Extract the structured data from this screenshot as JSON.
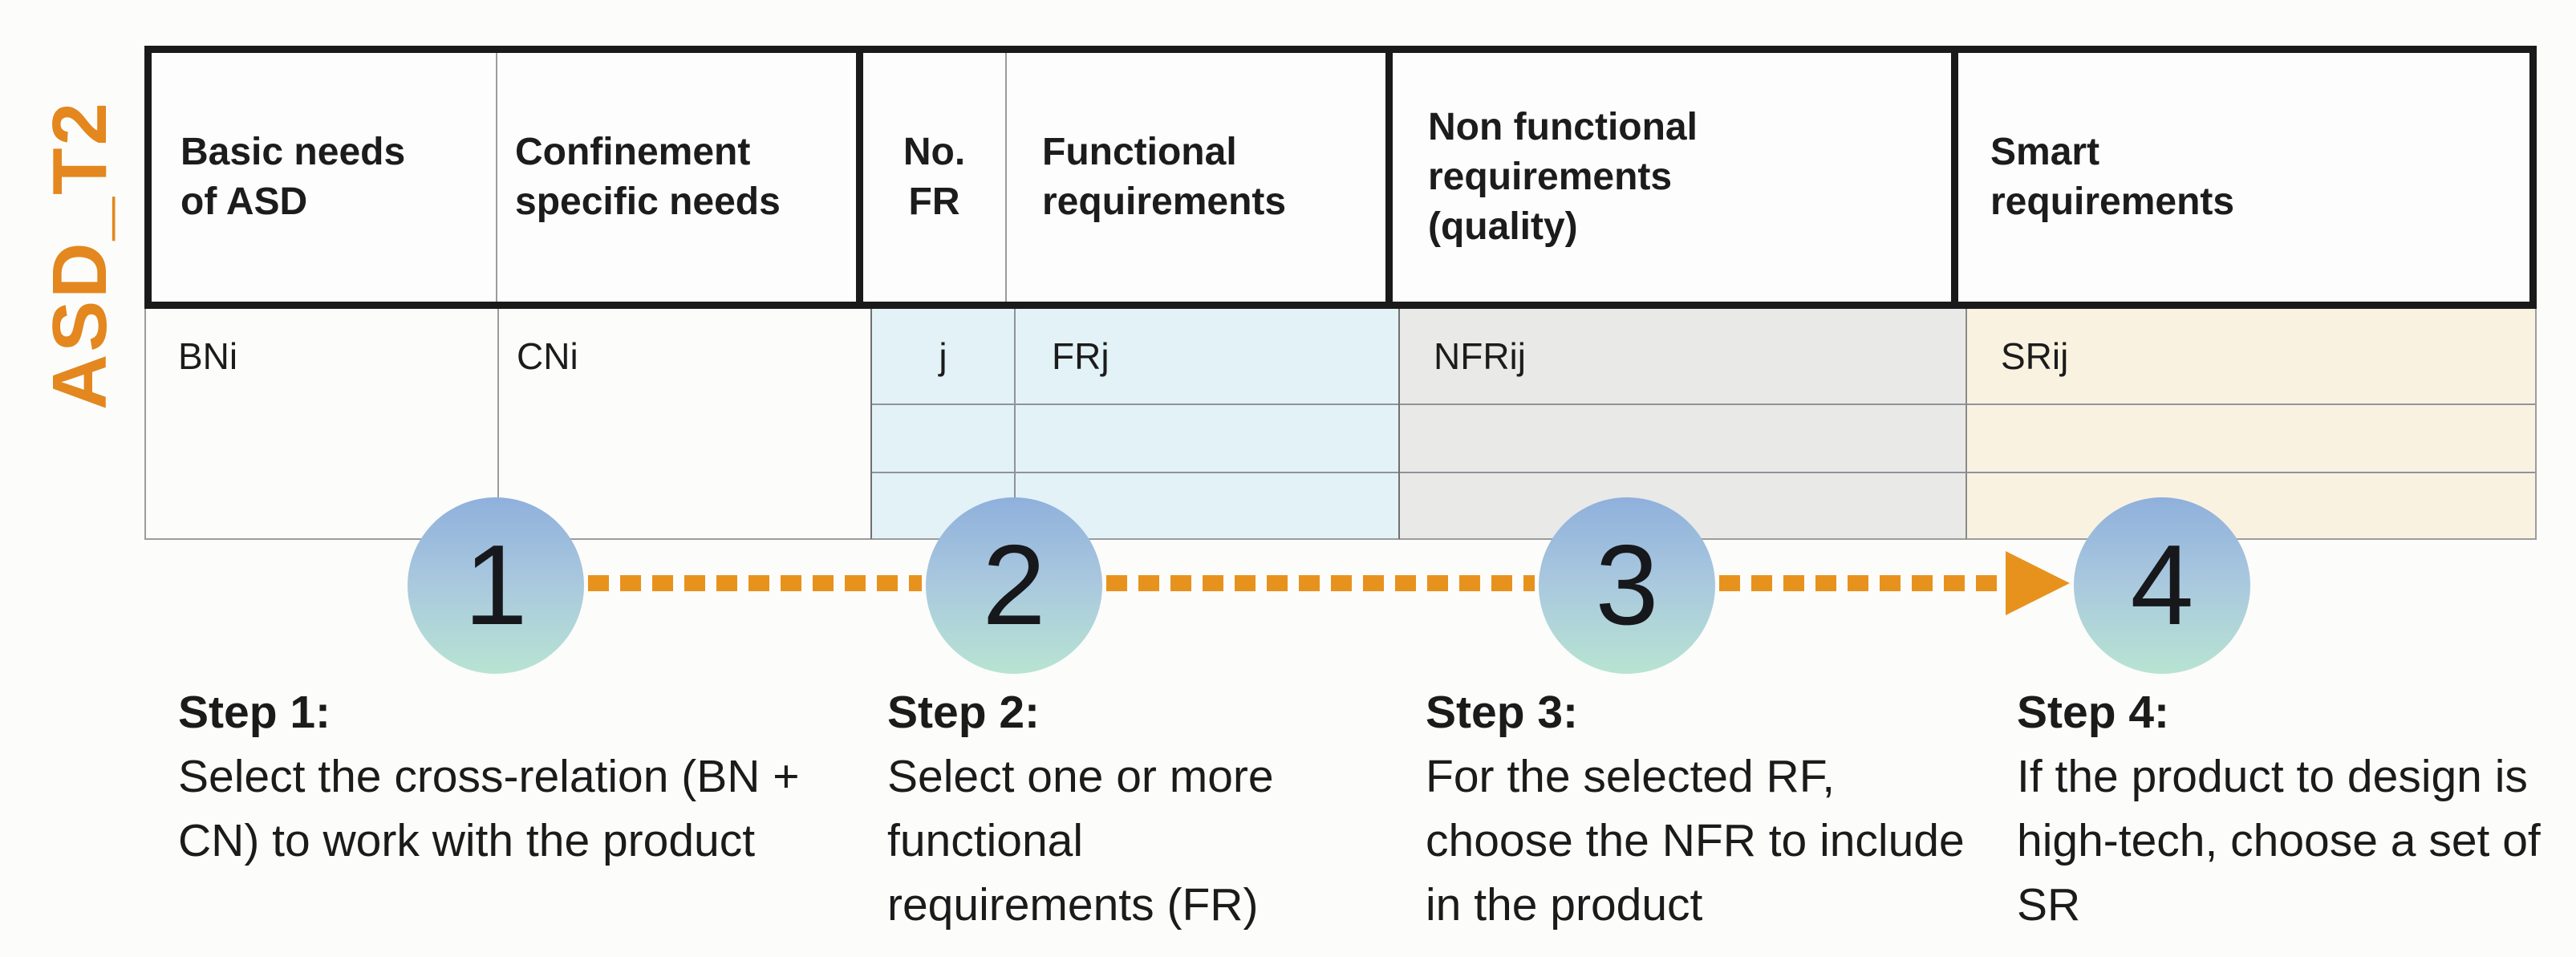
{
  "side_label": "ASD_T2",
  "table": {
    "columns": [
      {
        "header": "Basic needs of ASD",
        "cell": "BNi"
      },
      {
        "header": "Confinement specific needs",
        "cell": "CNi"
      },
      {
        "header": "No. FR",
        "cell": "j"
      },
      {
        "header": "Functional requirements",
        "cell": "FRj"
      },
      {
        "header": "Non functional requirements (quality)",
        "cell": "NFRij"
      },
      {
        "header": "Smart requirements",
        "cell": "SRij"
      }
    ],
    "empty_extra_rows": 2
  },
  "flow": {
    "circles": [
      "1",
      "2",
      "3",
      "4"
    ]
  },
  "steps": [
    {
      "title": "Step 1:",
      "body": "Select the cross-relation (BN + CN) to work with the product"
    },
    {
      "title": "Step 2:",
      "body": "Select one or more functional requirements (FR)"
    },
    {
      "title": "Step 3:",
      "body": "For the selected RF, choose the NFR to include in the product"
    },
    {
      "title": "Step 4:",
      "body": "If the product to design is high-tech, choose a set of SR"
    }
  ],
  "colors": {
    "accent_orange": "#e8921e",
    "label_orange": "#e3871e",
    "fr_cell_blue": "#e3f2f7",
    "nfr_cell_gray": "#e9e9e7",
    "sr_cell_cream": "#faf2e1",
    "circle_gradient_top": "#8fb0dc",
    "circle_gradient_bottom": "#b8e4d2"
  }
}
